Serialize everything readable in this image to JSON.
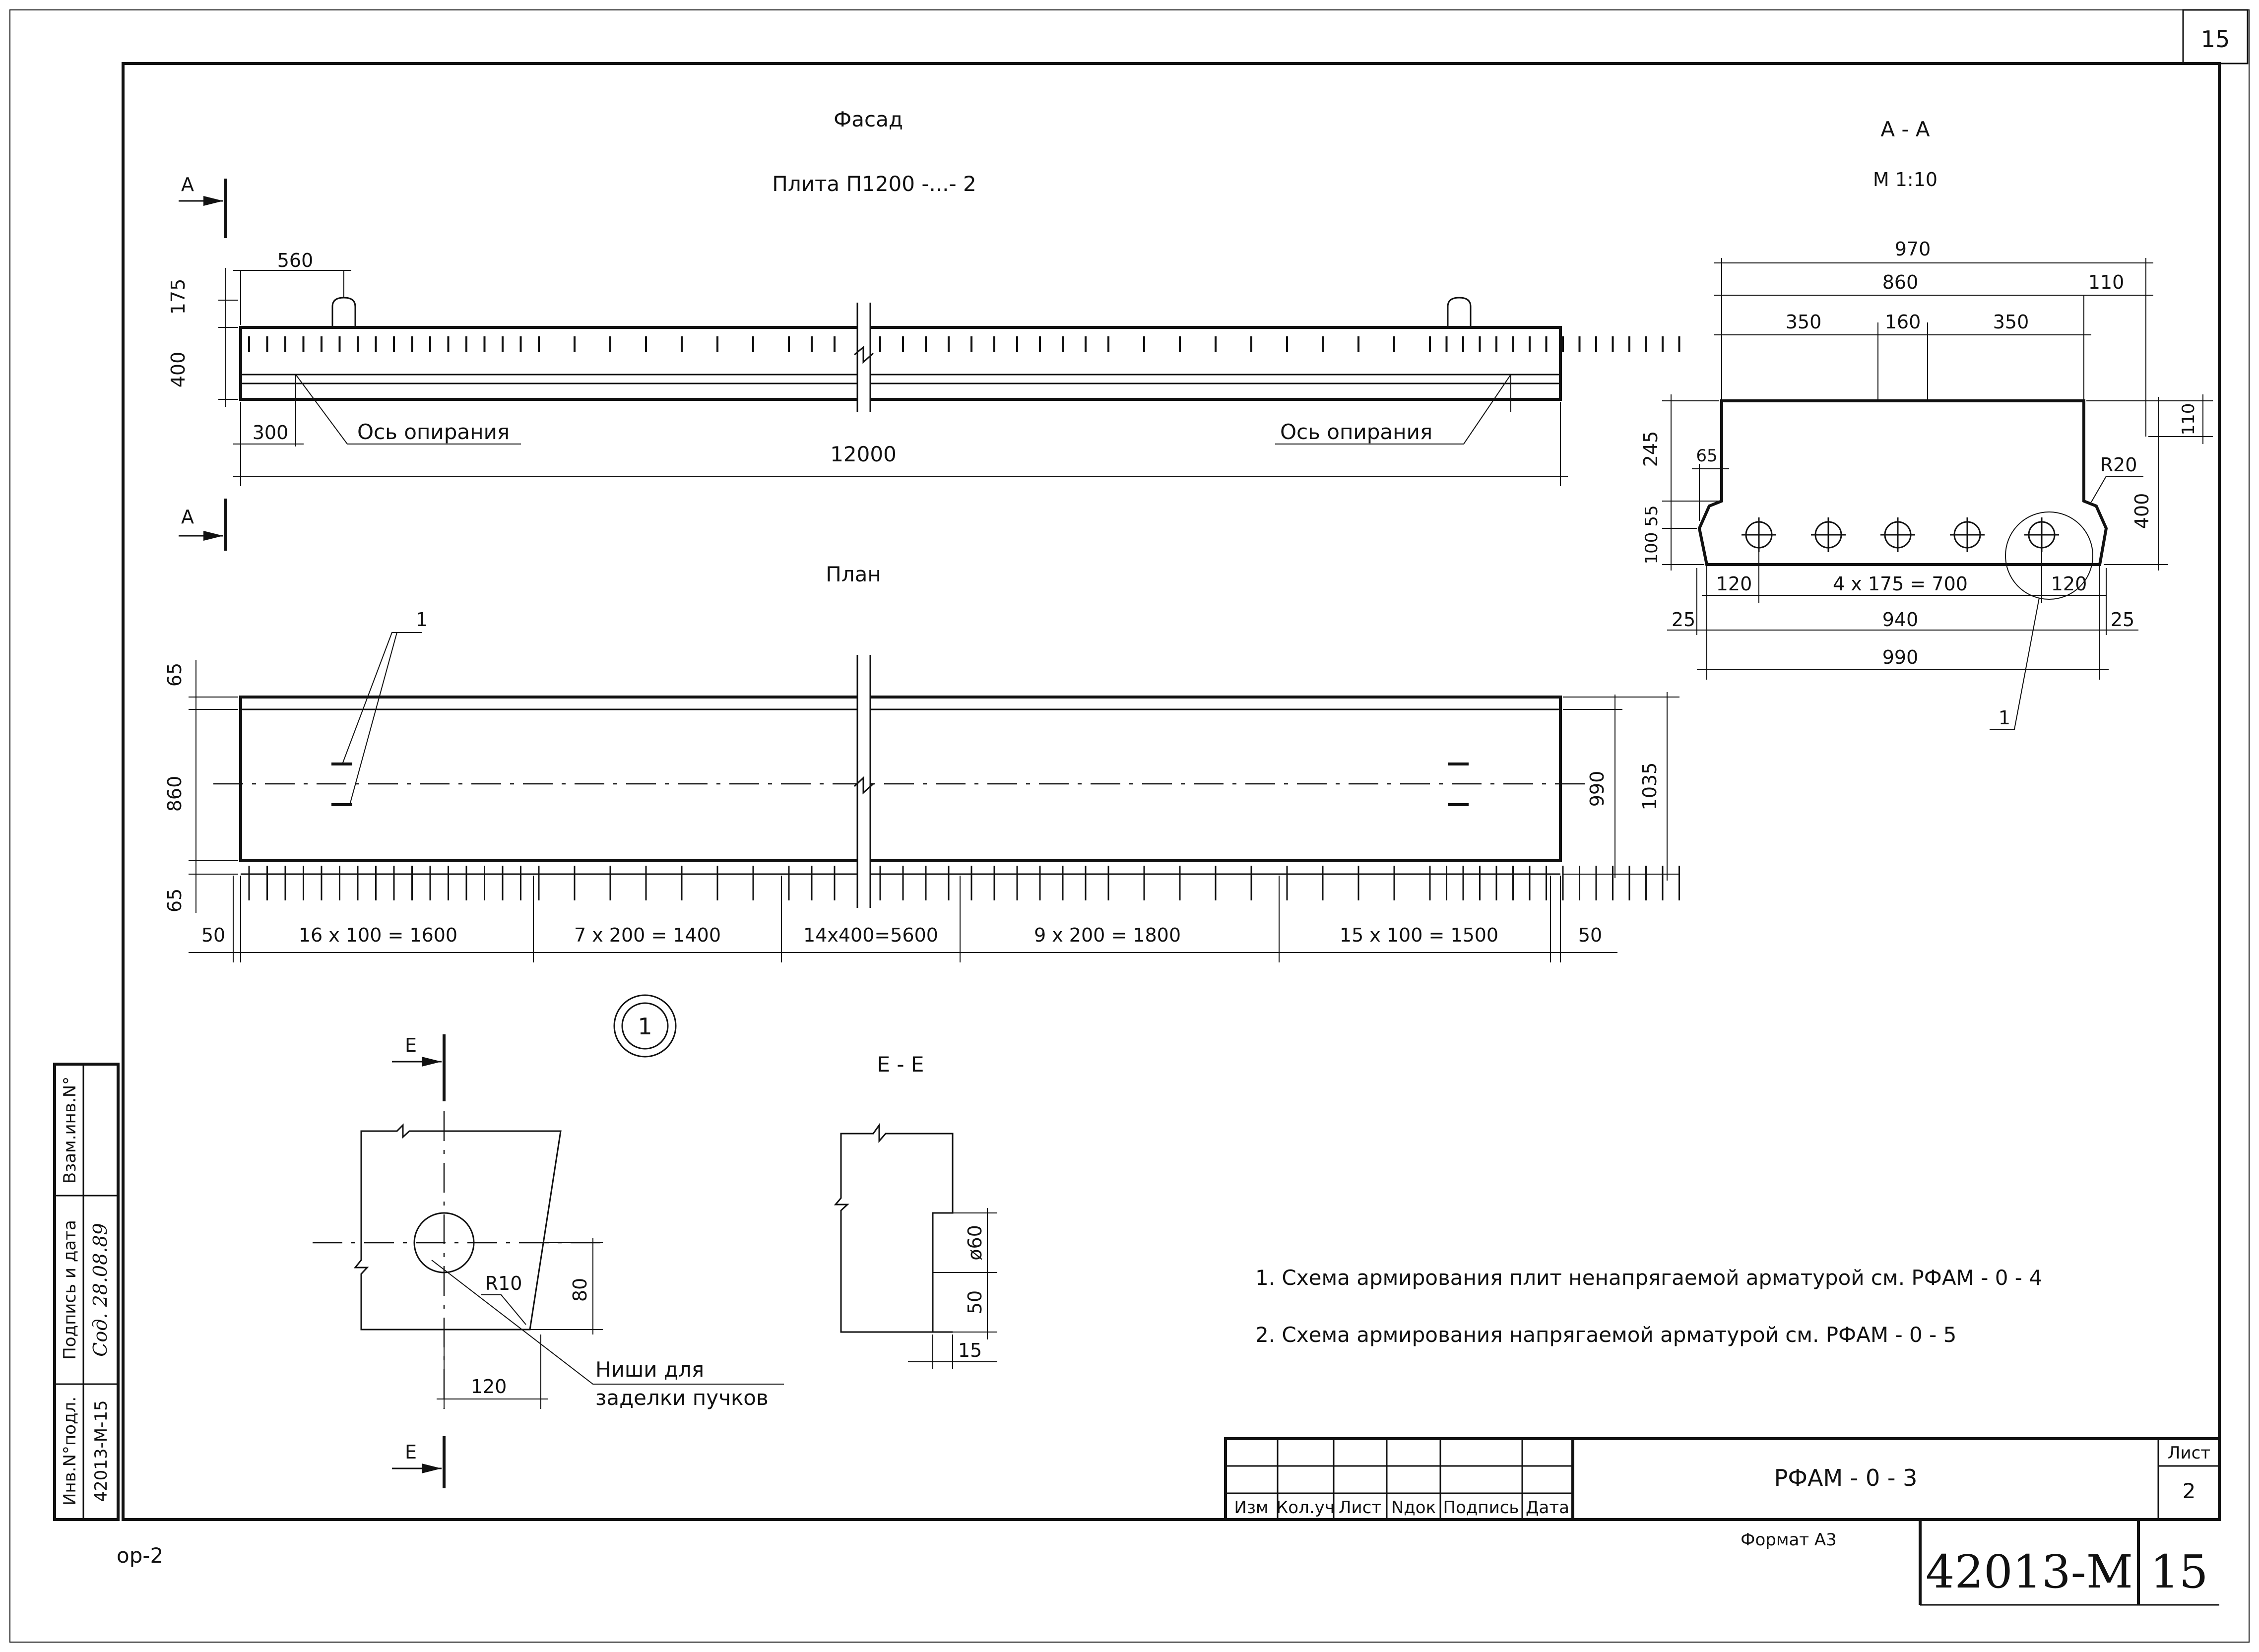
{
  "sheet_corner_number": "15",
  "facade": {
    "title": "Фасад",
    "subtitle": "Плита П1200 -...- 2",
    "section_mark": "А",
    "dim_top_offset": "560",
    "dim_loop_height": "175",
    "dim_height": "400",
    "dim_support_offset": "300",
    "support_axis_label": "Ось опирания",
    "dim_total_length": "12000"
  },
  "plan": {
    "title": "План",
    "callout": "1",
    "dim_edge_top": "65",
    "dim_middle": "860",
    "dim_edge_bottom": "65",
    "dim_width_990": "990",
    "dim_width_1035": "1035",
    "dim_end_left": "50",
    "dim_seg1": "16 x 100 = 1600",
    "dim_seg2": "7 x 200 = 1400",
    "dim_seg3": "14x400=5600",
    "dim_seg4": "9 x 200 = 1800",
    "dim_seg5": "15 x 100 = 1500",
    "dim_end_right": "50"
  },
  "section_aa": {
    "title": "А - А",
    "scale": "М 1:10",
    "dim_970": "970",
    "dim_860": "860",
    "dim_110_top": "110",
    "dim_350_left": "350",
    "dim_160": "160",
    "dim_350_right": "350",
    "dim_245": "245",
    "dim_65": "65",
    "dim_55": "55",
    "dim_100": "100",
    "dim_r20": "R20",
    "dim_110_right": "110",
    "dim_400": "400",
    "dim_120_left": "120",
    "dim_pitch": "4 x 175 = 700",
    "dim_120_right": "120",
    "dim_25_left": "25",
    "dim_940": "940",
    "dim_25_right": "25",
    "dim_990": "990",
    "callout": "1"
  },
  "node_1": {
    "number": "1",
    "section_mark": "Е",
    "dim_r10": "R10",
    "dim_80": "80",
    "dim_120": "120",
    "note_line1": "Ниши для",
    "note_line2": "заделки пучков"
  },
  "section_ee": {
    "title": "Е - Е",
    "dim_diameter": "ø60",
    "dim_50": "50",
    "dim_15": "15"
  },
  "notes": [
    "1. Схема армирования плит ненапрягаемой арматурой см. РФАМ - 0 - 4",
    "2. Схема армирования напрягаемой арматурой см. РФАМ - 0 - 5"
  ],
  "title_block": {
    "columns": [
      "Изм",
      "Кол.уч",
      "Лист",
      "Nдок",
      "Подпись",
      "Дата"
    ],
    "designation": "РФАМ - 0 - 3",
    "sheet_label": "Лист",
    "sheet_number": "2"
  },
  "side_stamp": {
    "inv_label": "Инв.N°подл.",
    "inv_value": "42013-М-15",
    "sign_label": "Подпись и дата",
    "sign_value": "Сод. 28.08.89",
    "replace_label": "Взам.инв.N°"
  },
  "footer": {
    "left_mark": "ор-2",
    "format": "Формат А3",
    "album": "42013-М",
    "page": "15"
  }
}
